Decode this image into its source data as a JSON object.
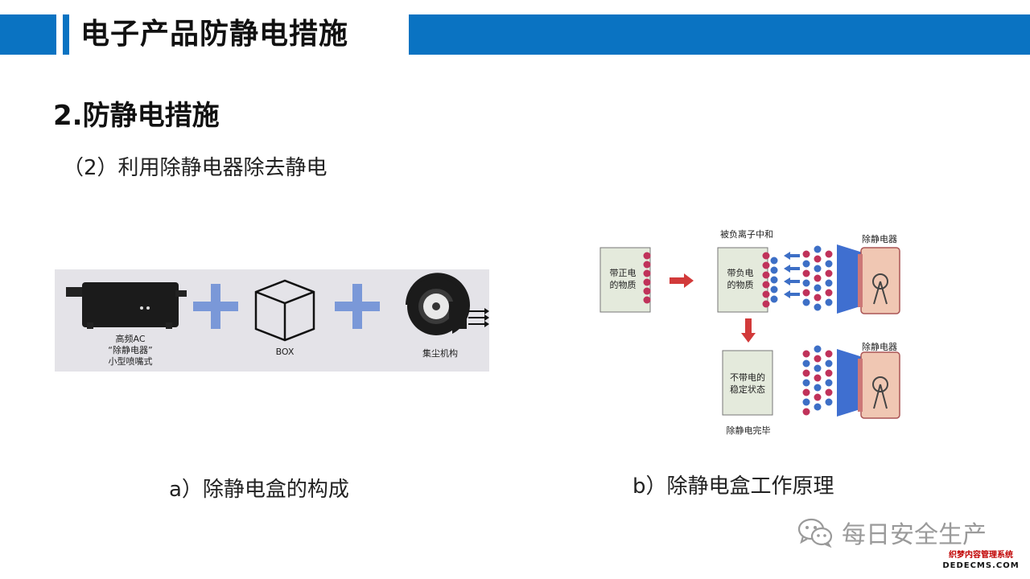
{
  "header": {
    "title": "电子产品防静电措施"
  },
  "section": {
    "title": "2.防静电措施",
    "subtitle": "（2）利用除静电器除去静电"
  },
  "diagram_a": {
    "device_label": [
      "高频AC",
      "“除静电器”",
      "小型喷嘴式"
    ],
    "box_label": "BOX",
    "collector_label": "集尘机构",
    "caption": "a）除静电盒的构成"
  },
  "diagram_b": {
    "neutralized_label": "被负离子中和",
    "eliminator_label_top": "除静电器",
    "eliminator_label_bottom": "除静电器",
    "positive_object": [
      "带正电",
      "的物质"
    ],
    "negative_object": [
      "带负电",
      "的物质"
    ],
    "stable_state": [
      "不带电的",
      "稳定状态"
    ],
    "done_label": "除静电完毕",
    "caption": "b）除静电盒工作原理"
  },
  "footer": {
    "wechat_account": "每日安全生产",
    "watermark_top": "织梦内容管理系统",
    "watermark_bottom": "DEDECMS.COM"
  },
  "colors": {
    "header_blue": "#0a73c2",
    "plus_blue": "#7a98d8",
    "arrow_red": "#d23a3a",
    "ion_red": "#c0325a",
    "ion_blue": "#3d6fc6"
  }
}
